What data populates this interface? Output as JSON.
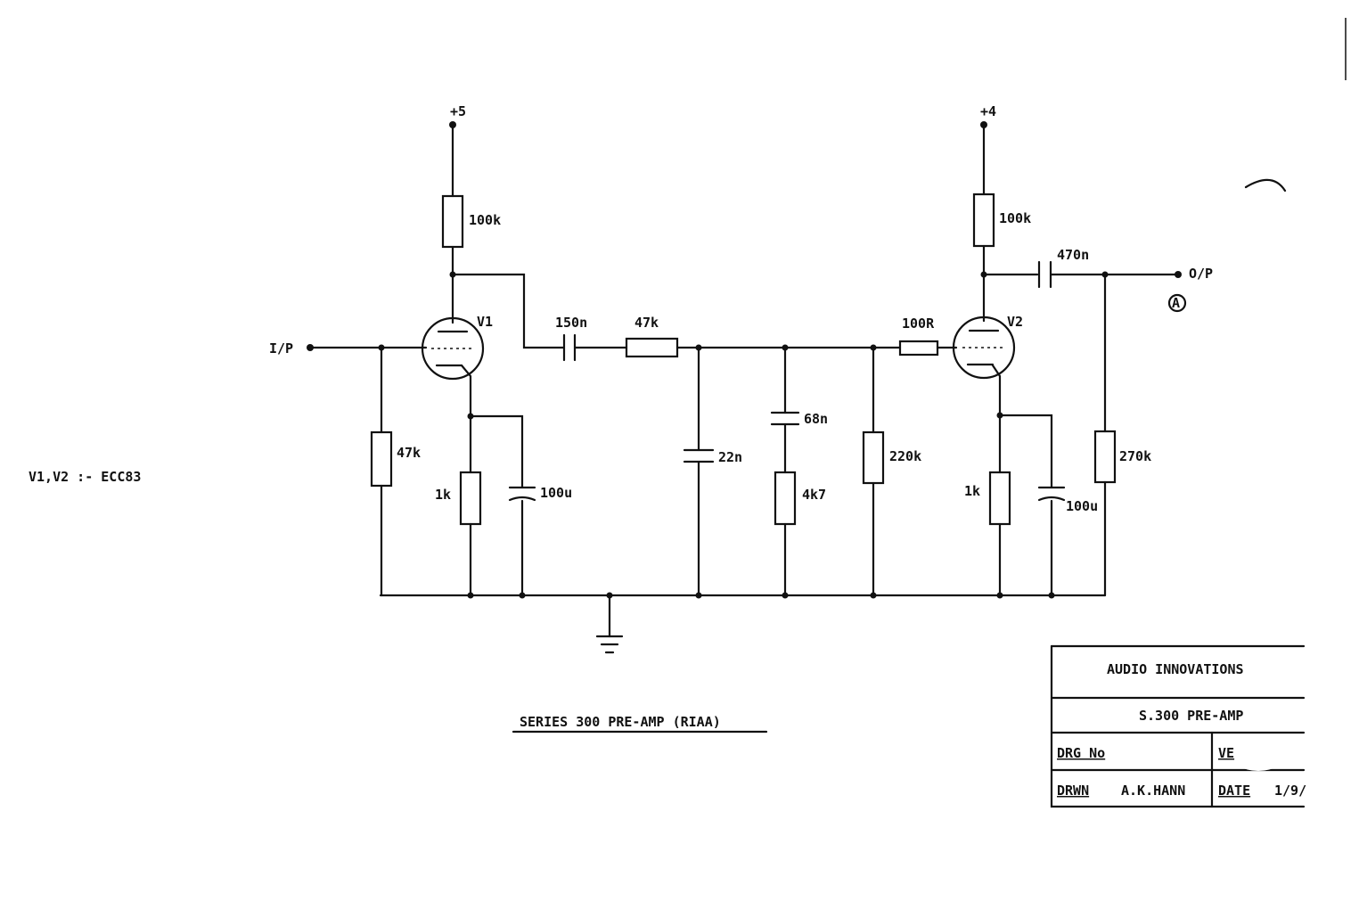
{
  "labels": {
    "supply_v1": "+5",
    "supply_v2": "+4",
    "input": "I/P",
    "output": "O/P",
    "marker": "A",
    "tube_note": "V1,V2 :- ECC83",
    "title": "SERIES 300 PRE-AMP (RIAA)"
  },
  "components": {
    "v1": "V1",
    "v2": "V2",
    "r_v1_anode": "100k",
    "r_v2_anode": "100k",
    "r_input": "47k",
    "r_v1_cathode": "1k",
    "c_v1_cathode": "100u",
    "c_coupling_1": "150n",
    "r_series": "47k",
    "c_shunt_1": "22n",
    "c_shunt_2": "68n",
    "r_shunt_2": "4k7",
    "r_grid_v2": "220k",
    "r_grid_stop": "100R",
    "r_v2_cathode": "1k",
    "c_v2_cathode": "100u",
    "c_output": "470n",
    "r_output": "270k"
  },
  "title_block": {
    "company": "AUDIO INNOVATIONS",
    "drawing_title": "S.300 PRE-AMP",
    "drg_no_label": "DRG No",
    "ver_label": "VE",
    "drawn_label": "DRWN",
    "drawn_by": "A.K.HANN",
    "date_label": "DATE",
    "date_value": "1/9/"
  }
}
